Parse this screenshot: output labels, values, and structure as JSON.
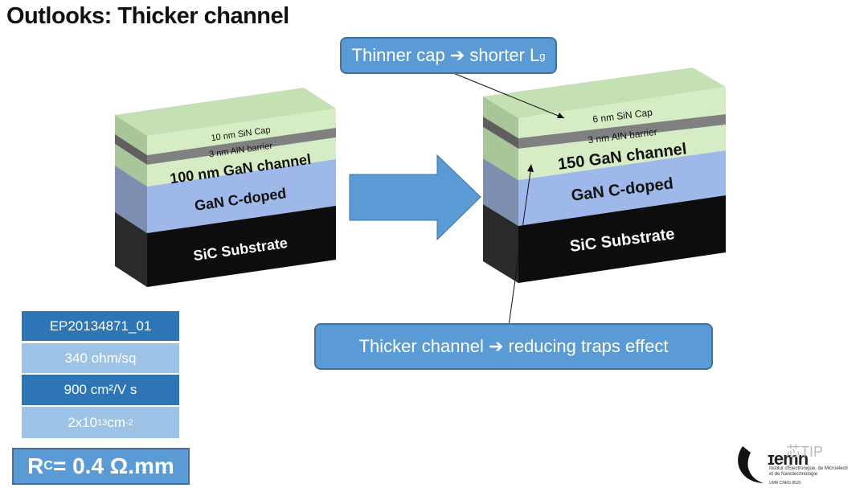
{
  "title": "Outlooks: Thicker channel",
  "callouts": {
    "top_prefix": "Thinner cap",
    "top_arrow": "➔",
    "top_suffix": "shorter L",
    "top_sub": "g",
    "bottom": "Thicker channel ➔ reducing traps effect"
  },
  "left_stack": {
    "cap": "10 nm SiN Cap",
    "barrier": "3 nm AlN barrier",
    "channel": "100 nm GaN channel",
    "cdoped": "GaN C-doped",
    "substrate": "SiC Substrate"
  },
  "right_stack": {
    "cap": "6 nm SiN Cap",
    "barrier": "3 nm AlN barrier",
    "channel": "150 GaN channel",
    "cdoped": "GaN C-doped",
    "substrate": "SiC Substrate"
  },
  "table": {
    "row1": "EP20134871_01",
    "row2": "340 ohm/sq",
    "row3_main": "900 cm²/V s",
    "row4_base": "2x10",
    "row4_exp": "13",
    "row4_unit": " cm",
    "row4_unit_exp": "-2"
  },
  "rc": {
    "prefix": "R",
    "sub": "C",
    "suffix": " = 0.4 Ω.mm"
  },
  "logo": {
    "name": "ɪemn",
    "line1": "Institut d'Electronique, de Microélectr",
    "line2": "et de Nanotechnologie",
    "umr": "UMR CNRS 8520"
  },
  "watermark": "芯TIP",
  "colors": {
    "cap": "#d6ecc4",
    "barrier": "#7f7f7f",
    "channel": "#d6ecc4",
    "cdoped": "#9db8e9",
    "substrate": "#0d0d0d",
    "arrow": "#5b9bd5"
  }
}
